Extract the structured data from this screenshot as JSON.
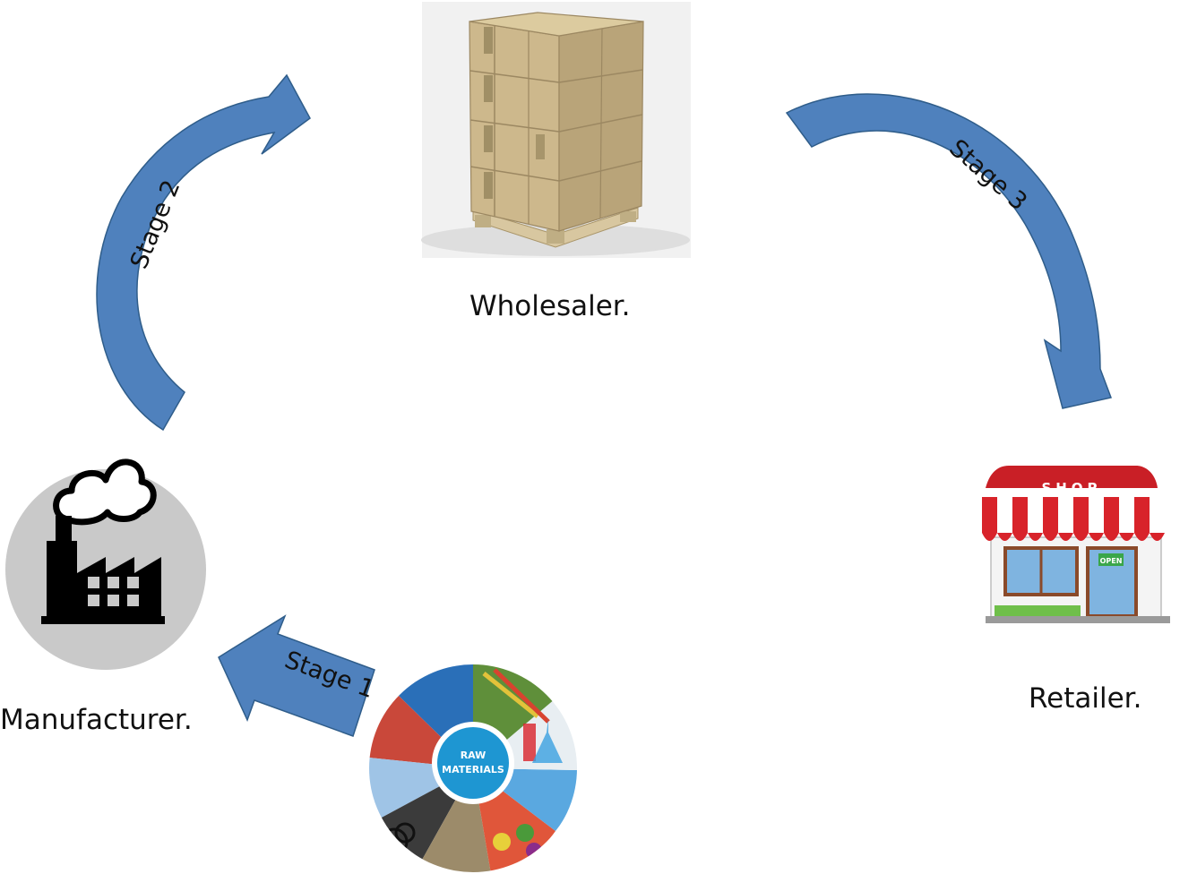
{
  "nodes": {
    "wholesaler": {
      "label": "Wholesaler."
    },
    "manufacturer": {
      "label": "Manufacturer."
    },
    "retailer": {
      "label": "Retailer."
    },
    "raw_materials": {
      "label_line1": "RAW",
      "label_line2": "MATERIALS"
    }
  },
  "stages": {
    "stage1": "Stage 1",
    "stage2": "Stage 2",
    "stage3": "Stage 3"
  },
  "shop": {
    "sign": "SHOP",
    "door_sign": "OPEN"
  },
  "colors": {
    "arrow_fill": "#4f81bd",
    "arrow_stroke": "#2f5d8a",
    "factory_circle": "#c9c9c9",
    "awning_red": "#d8232a",
    "box": "#c8b48a"
  }
}
